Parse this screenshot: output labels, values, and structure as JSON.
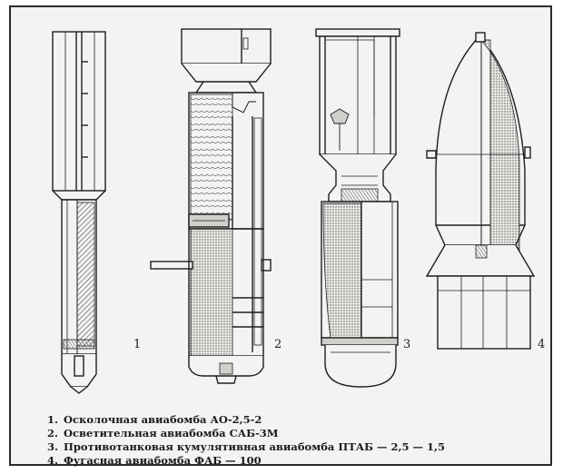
{
  "figure": {
    "numbers": [
      "1",
      "2",
      "3",
      "4"
    ],
    "legend": [
      {
        "index": "1.",
        "text": "Осколочная авиабомба АО-2,5-2"
      },
      {
        "index": "2.",
        "text": "Осветительная авиабомба САБ-3М"
      },
      {
        "index": "3.",
        "text": "Противотанковая кумулятивная авиабомба ПТАБ — 2,5 — 1,5"
      },
      {
        "index": "4.",
        "text": "Фугасная авиабомба ФАБ — 100"
      }
    ]
  },
  "colors": {
    "ink": "#1e1e1e",
    "paper": "#f3f3f1",
    "hatch": "#6a6a6a"
  }
}
